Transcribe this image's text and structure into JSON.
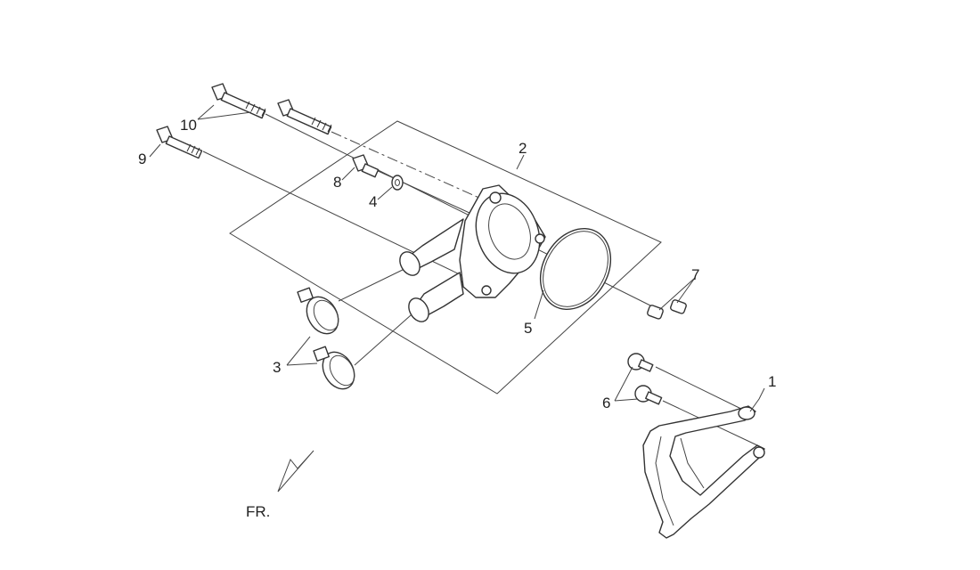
{
  "callouts": [
    {
      "id": "1",
      "text": "1"
    },
    {
      "id": "2",
      "text": "2"
    },
    {
      "id": "3",
      "text": "3"
    },
    {
      "id": "4",
      "text": "4"
    },
    {
      "id": "5",
      "text": "5"
    },
    {
      "id": "6",
      "text": "6"
    },
    {
      "id": "7",
      "text": "7"
    },
    {
      "id": "8",
      "text": "8"
    },
    {
      "id": "9",
      "text": "9"
    },
    {
      "id": "10",
      "text": "10"
    }
  ],
  "direction_label": "FR."
}
